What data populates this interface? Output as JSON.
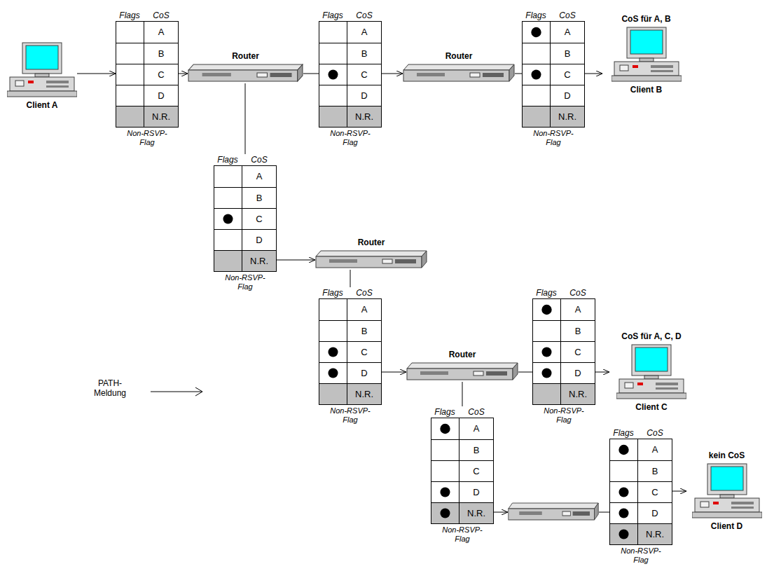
{
  "diagram": {
    "nodes": [
      {
        "text": [
          "Client A"
        ]
      },
      {
        "text": [
          "Flags",
          "CoS",
          "A",
          "B",
          "C",
          "D",
          "N.R.",
          "Non-RSVP- Flag"
        ]
      },
      {
        "text": [
          "Router"
        ]
      },
      {
        "text": [
          "Flags",
          "CoS",
          "A",
          "B",
          "C",
          "D",
          "N.R.",
          "Non-RSVP- Flag"
        ]
      },
      {
        "text": [
          "Router"
        ]
      },
      {
        "text": [
          "Flags",
          "CoS",
          "A",
          "B",
          "C",
          "D",
          "N.R.",
          "Non-RSVP- Flag"
        ]
      },
      {
        "text": [
          "CoS für A, B",
          "Client B"
        ]
      },
      {
        "text": [
          "Flags",
          "CoS",
          "A",
          "B",
          "C",
          "D",
          "N.R.",
          "Non-RSVP- Flag"
        ]
      },
      {
        "text": [
          "Router"
        ]
      },
      {
        "text": [
          "Flags",
          "CoS",
          "A",
          "B",
          "C",
          "D",
          "N.R.",
          "Non-RSVP- Flag"
        ]
      },
      {
        "text": [
          "Router"
        ]
      },
      {
        "text": [
          "Flags",
          "CoS",
          "A",
          "B",
          "C",
          "D",
          "N.R.",
          "Non-RSVP- Flag"
        ]
      },
      {
        "text": [
          "CoS für A, C, D",
          "Client C"
        ]
      },
      {
        "text": [
          "Flags",
          "CoS",
          "A",
          "B",
          "C",
          "D",
          "N.R.",
          "Non-RSVP- Flag"
        ]
      },
      {
        "text": []
      },
      {
        "text": [
          "Flags",
          "CoS",
          "A",
          "B",
          "C",
          "D",
          "N.R.",
          "Non-RSVP- Flag"
        ]
      },
      {
        "text": [
          "kein CoS",
          "Client D"
        ]
      }
    ],
    "edges": [
      {
        "from": 0,
        "to": 1,
        "arrow": "to"
      },
      {
        "from": 1,
        "to": 2,
        "arrow": "to"
      },
      {
        "from": 2,
        "to": 3,
        "arrow": "none"
      },
      {
        "from": 3,
        "to": 4,
        "arrow": "to"
      },
      {
        "from": 4,
        "to": 5,
        "arrow": "none"
      },
      {
        "from": 5,
        "to": 6,
        "arrow": "to"
      },
      {
        "from": 2,
        "to": 7,
        "arrow": "none"
      },
      {
        "from": 7,
        "to": 8,
        "arrow": "to"
      },
      {
        "from": 8,
        "to": 9,
        "arrow": "none"
      },
      {
        "from": 9,
        "to": 10,
        "arrow": "to"
      },
      {
        "from": 10,
        "to": 11,
        "arrow": "none"
      },
      {
        "from": 11,
        "to": 12,
        "arrow": "to"
      },
      {
        "from": 10,
        "to": 13,
        "arrow": "none"
      },
      {
        "from": 13,
        "to": 14,
        "arrow": "to"
      },
      {
        "from": 14,
        "to": 15,
        "arrow": "none"
      },
      {
        "from": 15,
        "to": 16,
        "arrow": "to"
      }
    ],
    "legend": [
      {
        "text": "PATH- Meldung"
      }
    ]
  }
}
